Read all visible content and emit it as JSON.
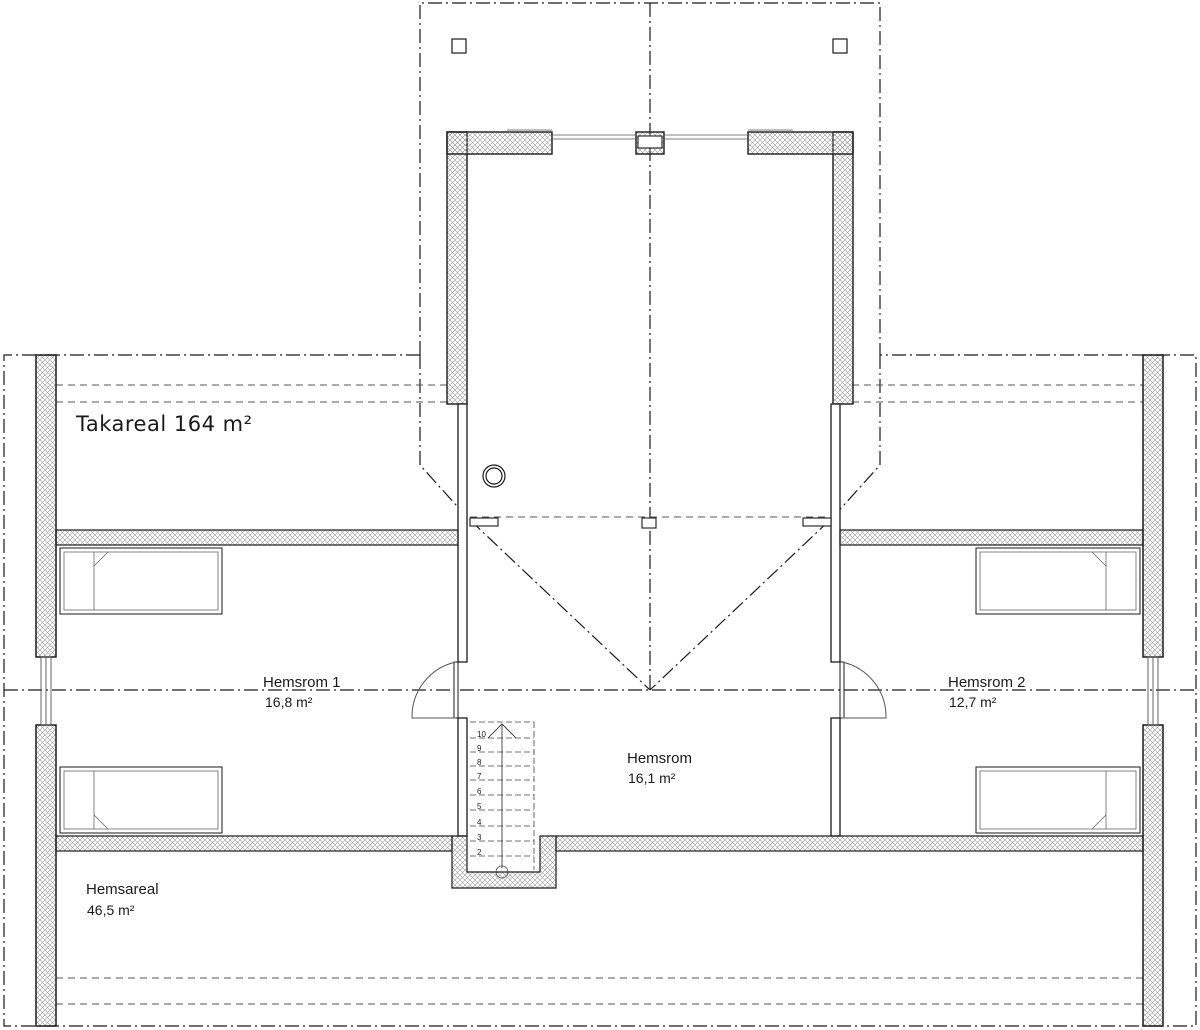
{
  "plan": {
    "roof_area_label": "Takareal 164 m²",
    "rooms": [
      {
        "name": "Hemsrom 1",
        "area": "16,8 m²"
      },
      {
        "name": "Hemsrom",
        "area": "16,1 m²"
      },
      {
        "name": "Hemsrom 2",
        "area": "12,7 m²"
      },
      {
        "name": "Hemsareal",
        "area": "46,5 m²"
      }
    ],
    "stair_steps": [
      "10",
      "9",
      "8",
      "7",
      "6",
      "5",
      "4",
      "3",
      "2"
    ],
    "colors": {
      "line": "#1a1a1a",
      "insulation": "#d9d9d9",
      "thin": "#777777"
    }
  }
}
